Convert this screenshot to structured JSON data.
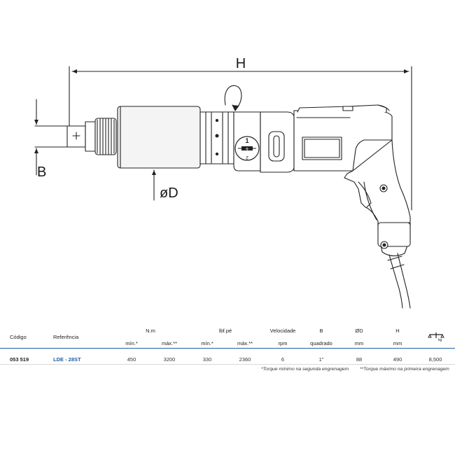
{
  "drawing": {
    "dim_h": "H",
    "dim_b": "B",
    "dim_d": "øD",
    "dial_top": "1",
    "dial_mid": "+",
    "dial_bottom": "2"
  },
  "table": {
    "headers": {
      "codigo": "Código",
      "referencia": "Referência",
      "nm": "N.m",
      "lbfpe": "lbf.pé",
      "velocidade": "Velocidade",
      "b": "B",
      "od": "ØD",
      "h": "H"
    },
    "subheaders": {
      "nm_min": "mín.*",
      "nm_max": "máx.**",
      "lbf_min": "mín.*",
      "lbf_max": "máx.**",
      "velocidade_unit": "rpm",
      "b_unit": "quadrado",
      "od_unit": "mm",
      "h_unit": "mm"
    },
    "weight_icon": "scale-kg-icon",
    "weight_icon_label": "kg",
    "row": {
      "codigo": "053 519",
      "referencia": "LDE - 28ST",
      "nm_min": "450",
      "nm_max": "3200",
      "lbf_min": "330",
      "lbf_max": "2360",
      "velocidade": "6",
      "b": "1\"",
      "od": "88",
      "h": "490",
      "peso": "8,500"
    },
    "notes": {
      "min": "*Torque mínimo na segunda engrenagem",
      "max": "**Torque máximo na primeira engrenagem"
    }
  },
  "colors": {
    "accent": "#1f5fa8",
    "line": "#222222",
    "tool_fill": "#f4f4f4"
  }
}
